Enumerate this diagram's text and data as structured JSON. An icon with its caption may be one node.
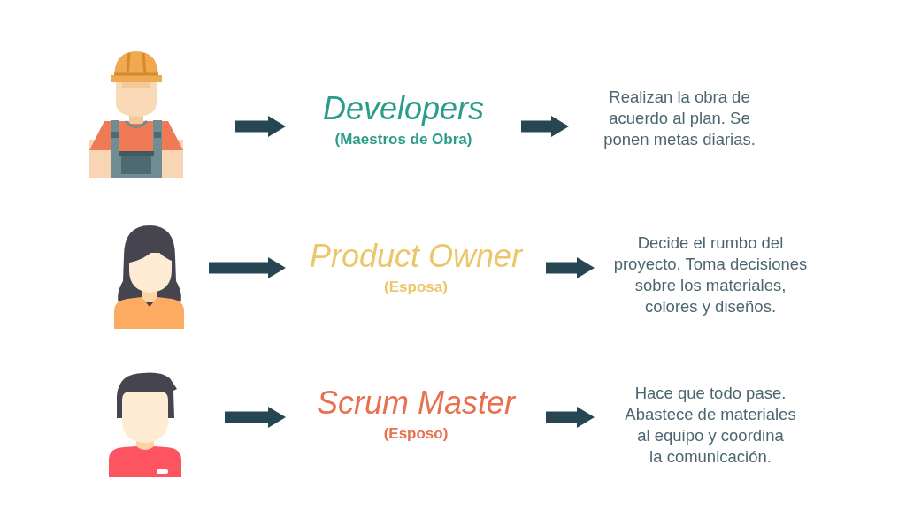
{
  "diagram": {
    "nodes": [
      {
        "text": [],
        "shape": "picture"
      },
      {
        "text": [
          "Developers",
          "(Maestros de Obra)"
        ]
      },
      {
        "text": [
          "Realizan la obra de acuerdo al plan. Se ponen metas diarias."
        ]
      },
      {
        "text": [],
        "shape": "picture"
      },
      {
        "text": [
          "Product Owner",
          "(Esposa)"
        ]
      },
      {
        "text": [
          "Decide el rumbo del proyecto. Toma decisiones sobre los materiales, colores y diseños."
        ]
      },
      {
        "text": [],
        "shape": "picture"
      },
      {
        "text": [
          "Scrum Master",
          "(Esposo)"
        ]
      },
      {
        "text": [
          "Hace que todo pase. Abastece de materiales al equipo y coordina la comunicación."
        ]
      }
    ],
    "edges": [
      {
        "from": 0,
        "to": 1,
        "arrow": "to"
      },
      {
        "from": 1,
        "to": 2,
        "arrow": "to"
      },
      {
        "from": 3,
        "to": 4,
        "arrow": "to"
      },
      {
        "from": 4,
        "to": 5,
        "arrow": "to"
      },
      {
        "from": 6,
        "to": 7,
        "arrow": "to"
      },
      {
        "from": 7,
        "to": 8,
        "arrow": "to"
      }
    ]
  }
}
